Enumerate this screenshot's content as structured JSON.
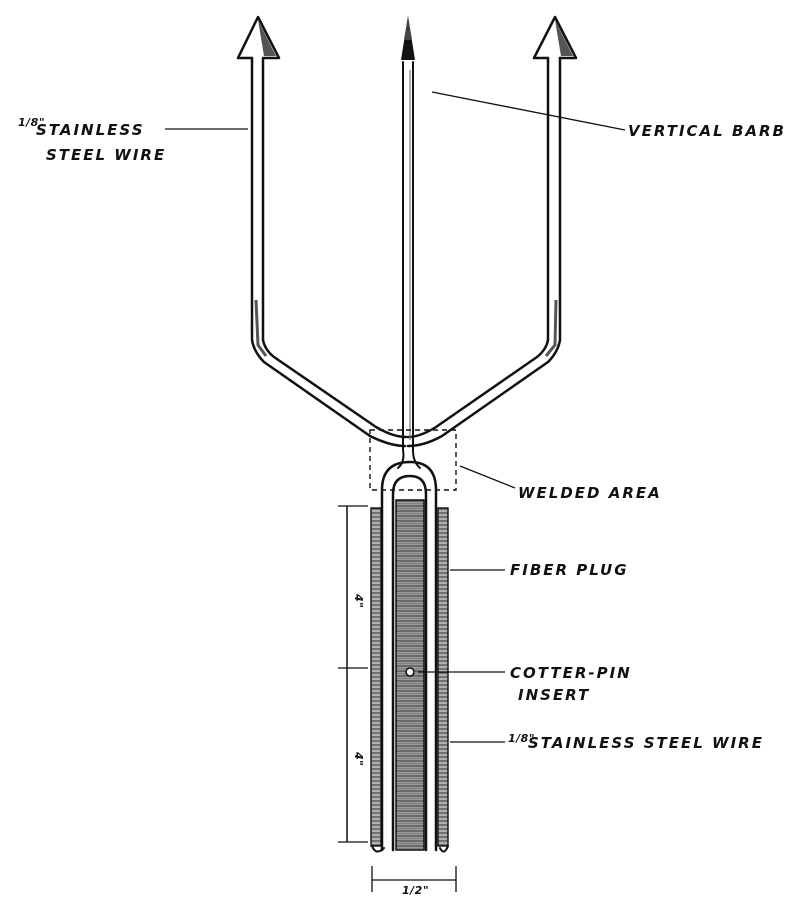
{
  "labels": {
    "wire_top_frac": "1/8\"",
    "wire_top_line1": "STAINLESS",
    "wire_top_line2": "STEEL WIRE",
    "vertical_barb": "VERTICAL BARB",
    "welded_area": "WELDED AREA",
    "fiber_plug": "FIBER PLUG",
    "cotter_line1": "COTTER-PIN",
    "cotter_line2": "INSERT",
    "wire_bottom_frac": "1/8\"",
    "wire_bottom_text": "STAINLESS STEEL WIRE"
  },
  "dimensions": {
    "upper_length": "4\"",
    "lower_length": "4\"",
    "width": "1/2\""
  },
  "colors": {
    "ink": "#111111",
    "paper": "#ffffff",
    "shade": "#6d6d6d"
  }
}
